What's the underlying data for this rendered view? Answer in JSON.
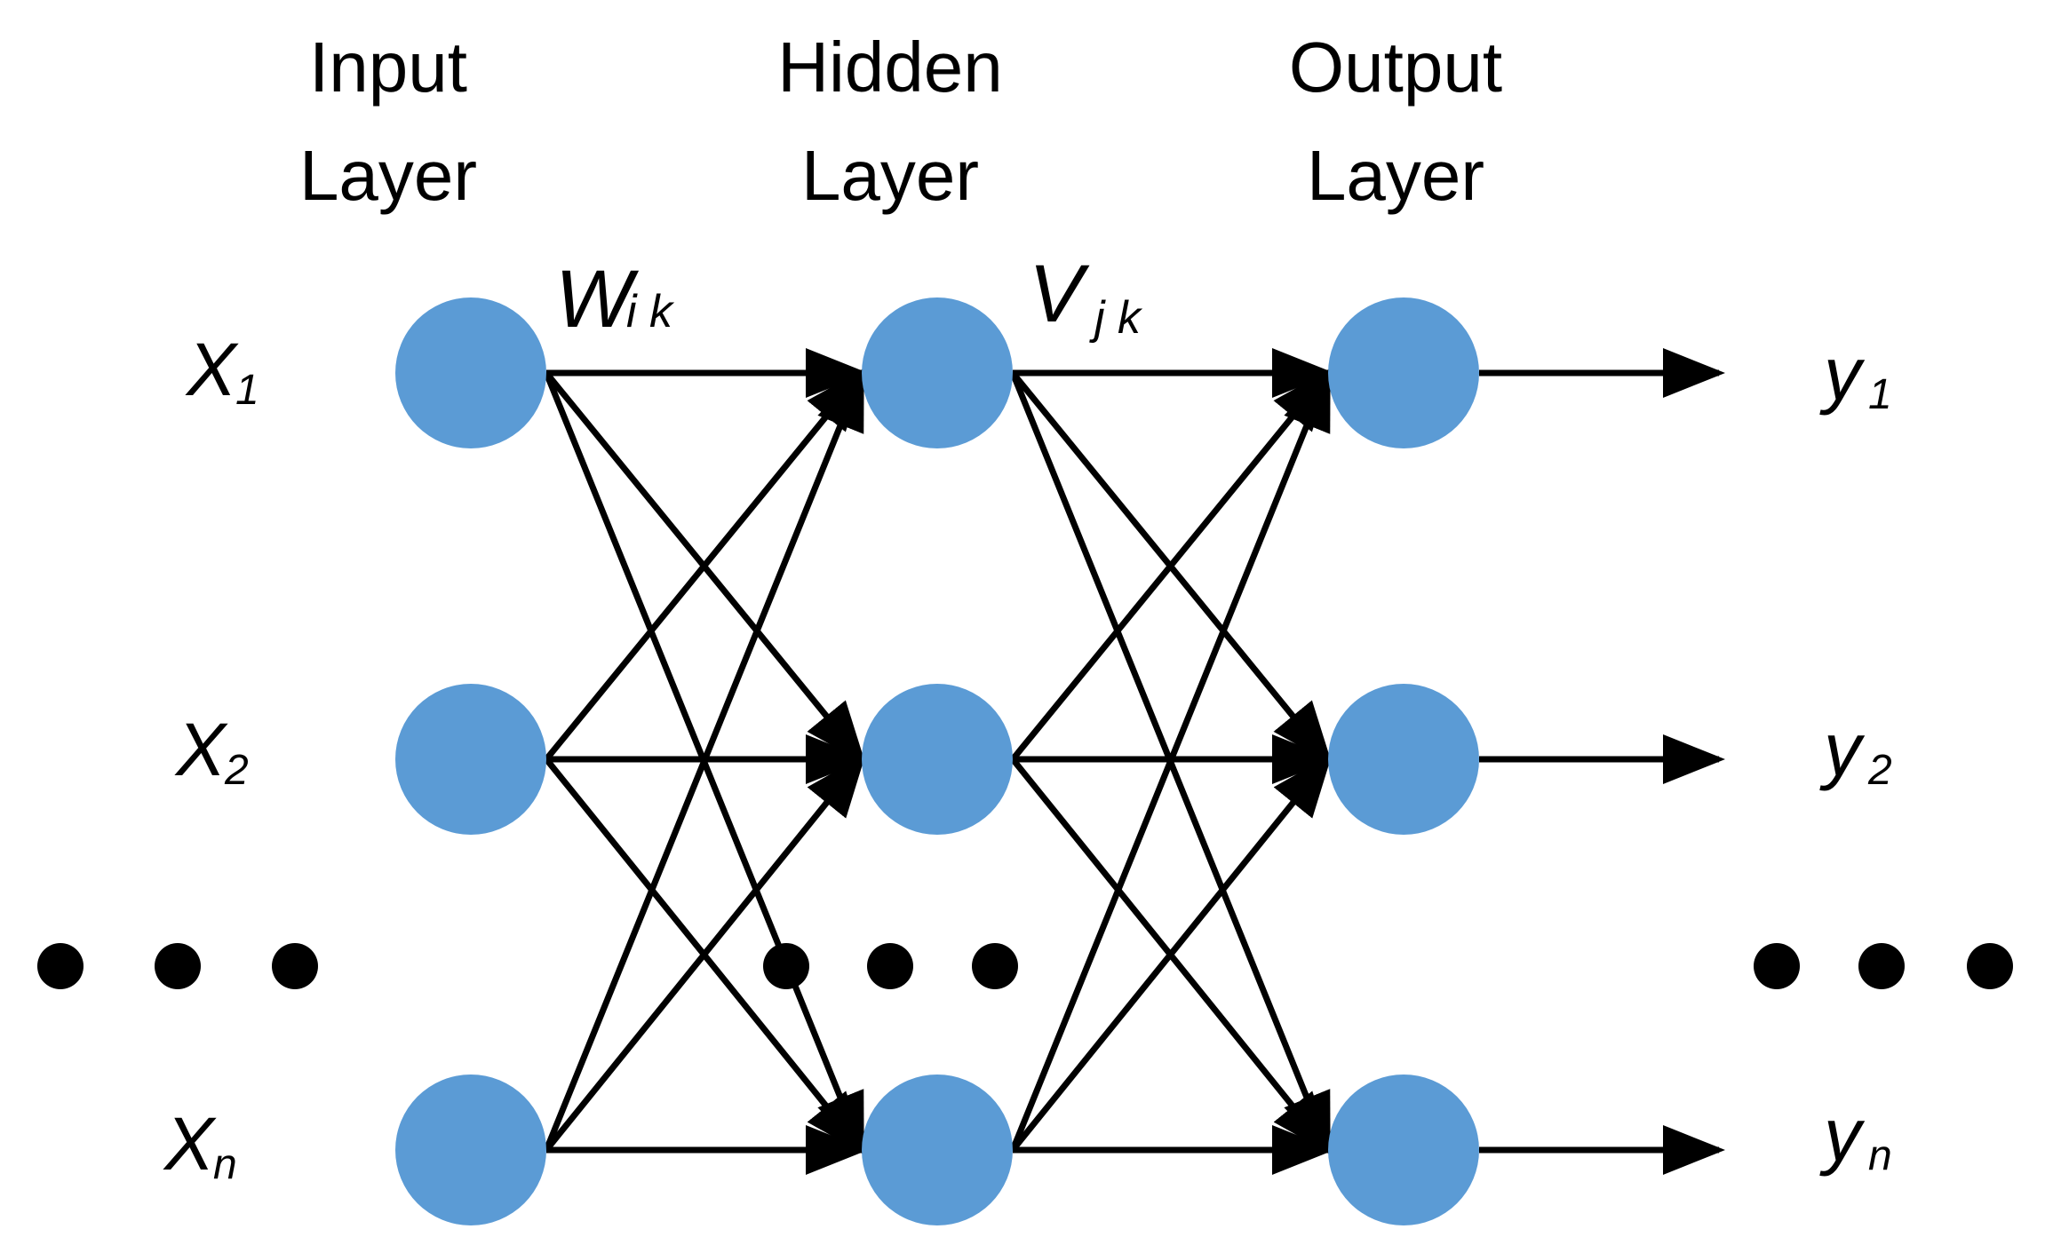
{
  "titles": {
    "input": [
      "Input",
      "Layer"
    ],
    "hidden": [
      "Hidden",
      "Layer"
    ],
    "output": [
      "Output",
      "Layer"
    ]
  },
  "weights": {
    "w": {
      "main": "W",
      "sub": "i k"
    },
    "v": {
      "main": "V",
      "sub": "j k"
    }
  },
  "inputs": [
    {
      "main": "X",
      "sub": "1"
    },
    {
      "main": "X",
      "sub": "2"
    },
    {
      "main": "X",
      "sub": "n"
    }
  ],
  "outputs": [
    {
      "main": "y",
      "sub": "1"
    },
    {
      "main": "y",
      "sub": "2"
    },
    {
      "main": "y",
      "sub": "n"
    }
  ],
  "colors": {
    "node": "#5b9bd5",
    "line": "#000000",
    "text": "#000000"
  }
}
